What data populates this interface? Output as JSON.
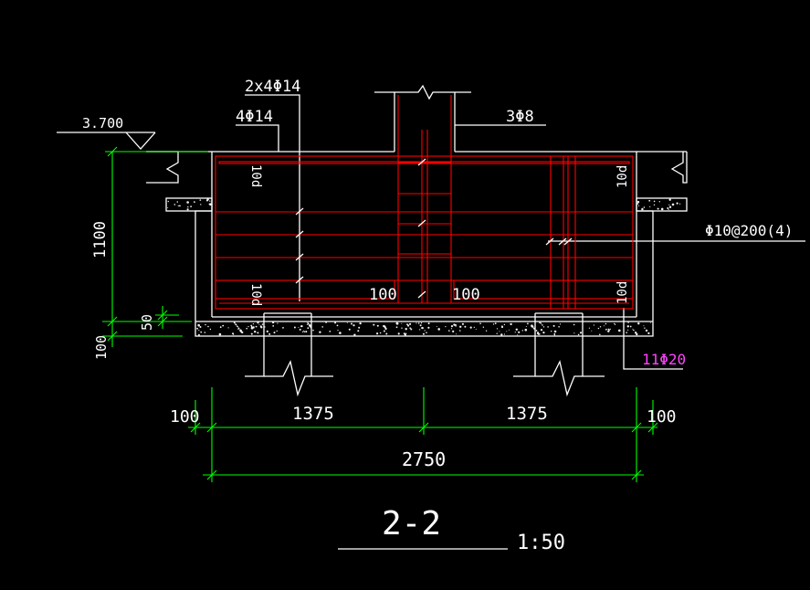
{
  "colors": {
    "background": "#000000",
    "outline": "#ffffff",
    "dimension": "#00ff00",
    "rebar": "#ff0000",
    "rebar_callout": "#ff44ff"
  },
  "labels": {
    "level": "3.700",
    "top_bars_outer": "2x4Φ14",
    "top_bars_inner": "4Φ14",
    "stirrups_small": "3Φ8",
    "stirrups_main": "Φ10@200(4)",
    "bottom_bars": "11Φ20",
    "hook_tl": "10d",
    "hook_tr": "10d",
    "hook_bl": "10d",
    "hook_br": "10d",
    "inner_left": "100",
    "inner_right": "100"
  },
  "dimensions": {
    "height": "1100",
    "cover": "50",
    "bottom_layer": "100",
    "left_edge": "100",
    "left_span": "1375",
    "right_span": "1375",
    "right_edge": "100",
    "total": "2750"
  },
  "section": {
    "title": "2-2",
    "scale": "1:50"
  }
}
